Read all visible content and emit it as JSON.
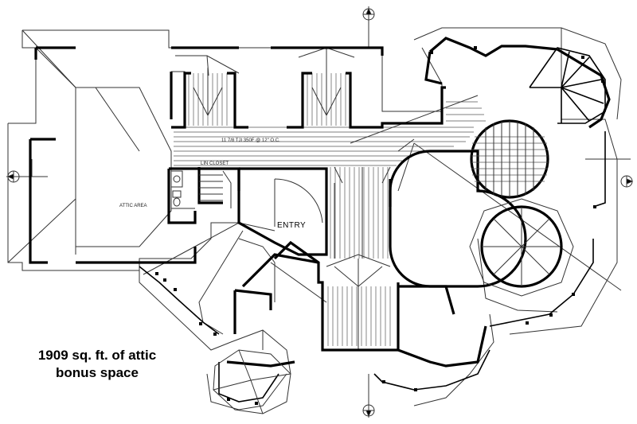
{
  "plan": {
    "caption_line1": "1909 sq. ft. of attic",
    "caption_line2": "bonus space",
    "entry_label": "ENTRY",
    "joist_note": "11 7/8 TJI 350F @ 12\" O.C.",
    "attic_label": "ATTIC AREA",
    "closet_label": "LIN CLOSET"
  },
  "colors": {
    "lines": "#000000",
    "background": "#ffffff"
  }
}
